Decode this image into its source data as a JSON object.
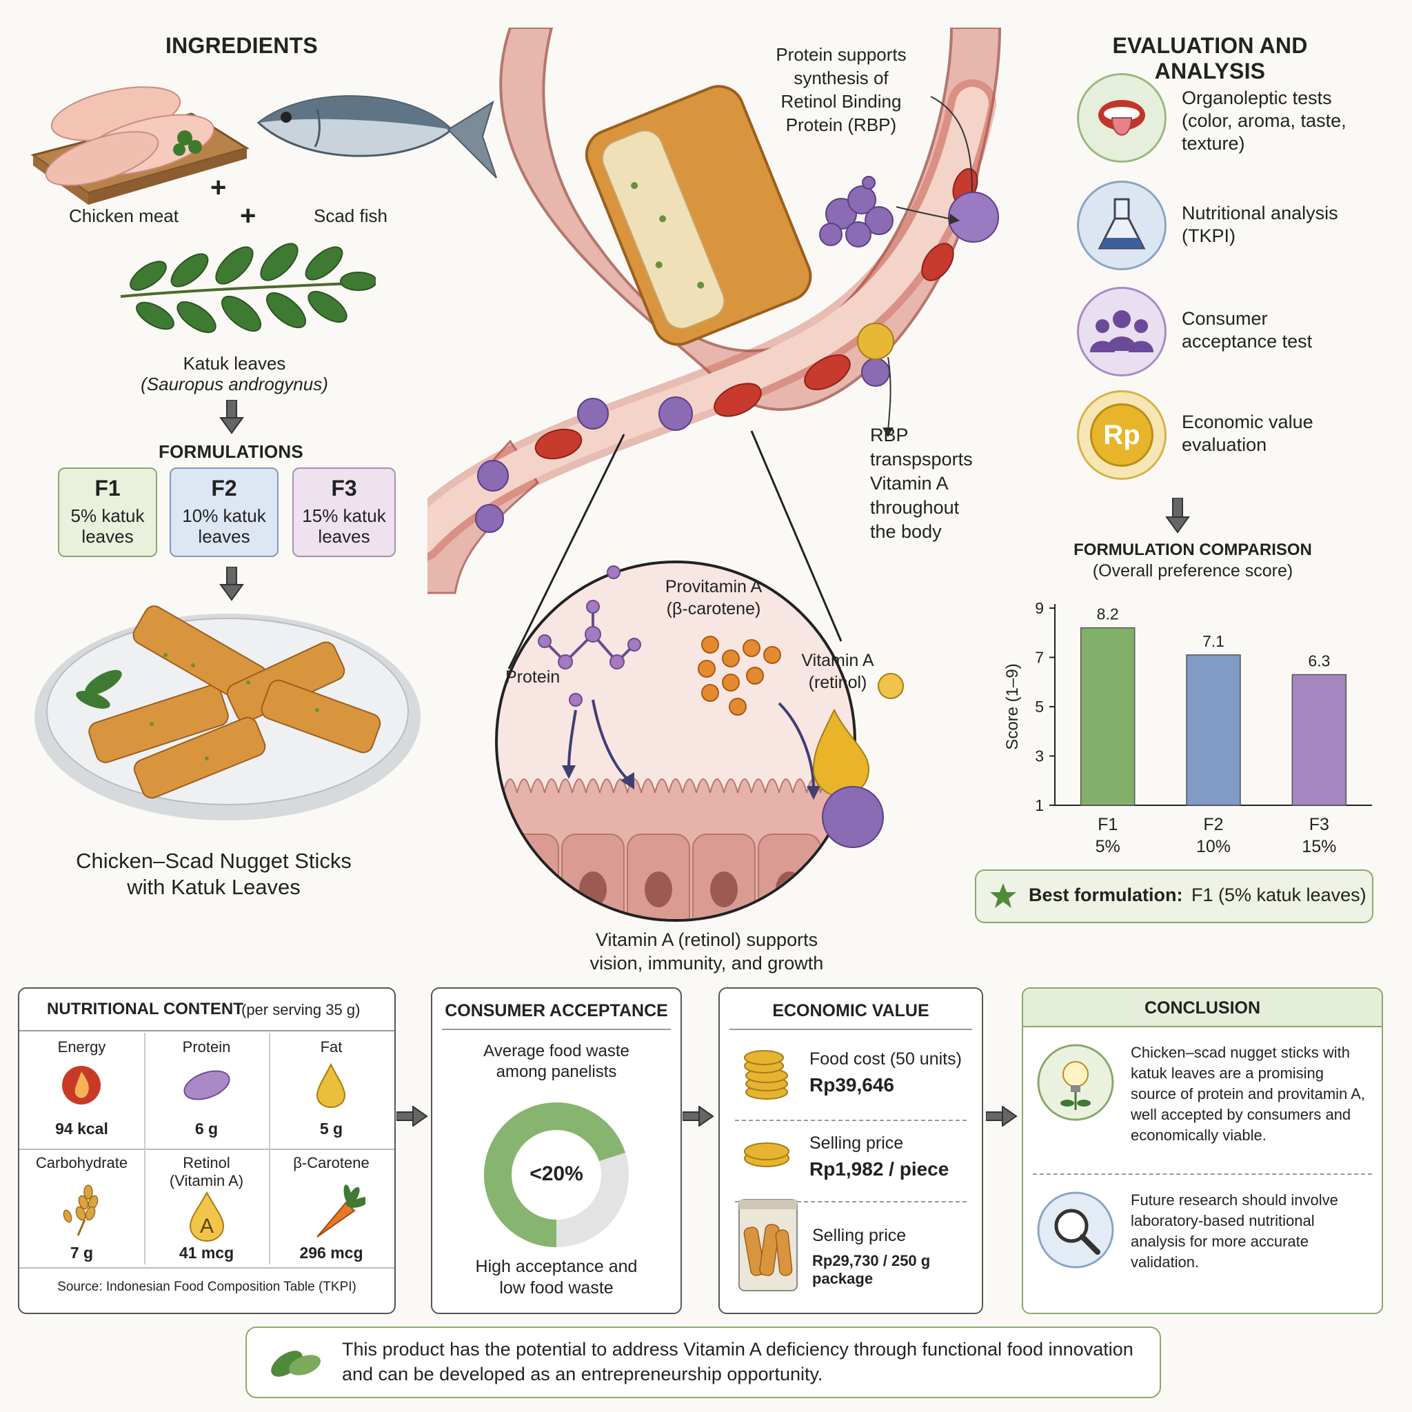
{
  "ingredients": {
    "title": "INGREDIENTS",
    "chicken": "Chicken meat",
    "fish": "Scad fish",
    "plus1": "+",
    "plus2": "+",
    "leaves": "Katuk leaves",
    "leaves_latin": "(Sauropus androgynus)"
  },
  "formulations": {
    "title": "FORMULATIONS",
    "items": [
      {
        "name": "F1",
        "line1": "5% katuk",
        "line2": "leaves",
        "color": "#e9f1dc",
        "border": "#8aa86a"
      },
      {
        "name": "F2",
        "line1": "10% katuk",
        "line2": "leaves",
        "color": "#dde6f3",
        "border": "#7f98c0"
      },
      {
        "name": "F3",
        "line1": "15% katuk",
        "line2": "leaves",
        "color": "#efe2ef",
        "border": "#b08ab4"
      }
    ]
  },
  "product": {
    "line1": "Chicken–Scad Nugget Sticks",
    "line2": "with Katuk Leaves"
  },
  "body_diagram": {
    "rbp_synthesis": [
      "Protein supports",
      "synthesis of",
      "Retinol Binding",
      "Protein (RBP)"
    ],
    "rbp_transport": [
      "RBP transpsports",
      "Vitamin A",
      "throughout",
      "the body"
    ],
    "protein": "Protein",
    "provitamin": [
      "Provitamin A",
      "(β-carotene)"
    ],
    "vitamin_a": [
      "Vitamin A",
      "(retinol)"
    ],
    "caption": [
      "Vitamin A (retinol) supports",
      "vision, immunity, and growth"
    ]
  },
  "evaluation": {
    "title": "EVALUATION AND ANALYSIS",
    "items": [
      {
        "icon": "mouth-icon",
        "lines": [
          "Organoleptic tests",
          "(color, aroma, taste,",
          "texture)"
        ]
      },
      {
        "icon": "flask-icon",
        "lines": [
          "Nutritional analysis",
          "(TKPI)"
        ]
      },
      {
        "icon": "people-icon",
        "lines": [
          "Consumer",
          "acceptance test"
        ]
      },
      {
        "icon": "coin-icon",
        "coin_text": "Rp",
        "lines": [
          "Economic value",
          "evaluation"
        ]
      }
    ]
  },
  "chart_data": {
    "type": "bar",
    "title": "FORMULATION COMPARISON",
    "subtitle": "(Overall preference score)",
    "ylabel": "Score (1–9)",
    "categories": [
      "F1",
      "F2",
      "F3"
    ],
    "category_sublabels": [
      "5%",
      "10%",
      "15%"
    ],
    "values": [
      8.2,
      7.1,
      6.3
    ],
    "value_labels": [
      "8.2",
      "7.1",
      "6.3"
    ],
    "ylim": [
      1,
      9
    ],
    "yticks": [
      "1",
      "3",
      "5",
      "7",
      "9"
    ],
    "colors": [
      "#82b06a",
      "#7f9bc6",
      "#a586c0"
    ],
    "grid": false
  },
  "best": {
    "bold": "Best formulation:",
    "rest": "F1 (5% katuk leaves)"
  },
  "nutrition": {
    "title": "NUTRITIONAL CONTENT",
    "subtitle": "(per serving 35 g)",
    "items": [
      {
        "label": "Energy",
        "value": "94 kcal",
        "icon": "flame-icon"
      },
      {
        "label": "Protein",
        "value": "6 g",
        "icon": "protein-icon"
      },
      {
        "label": "Fat",
        "value": "5 g",
        "icon": "oil-drop-icon"
      },
      {
        "label": "Carbohydrate",
        "value": "7 g",
        "icon": "wheat-icon"
      },
      {
        "label": "Retinol\n(Vitamin A)",
        "label1": "Retinol",
        "label2": "(Vitamin A)",
        "value": "41 mcg",
        "icon": "vitamin-a-icon",
        "icon_text": "A"
      },
      {
        "label": "β-Carotene",
        "value": "296 mcg",
        "icon": "carrot-icon"
      }
    ],
    "source": "Source: Indonesian Food Composition Table (TKPI)"
  },
  "consumer": {
    "title": "CONSUMER ACCEPTANCE",
    "top1": "Average food waste",
    "top2": "among panelists",
    "donut_label": "<20%",
    "bottom1": "High acceptance and",
    "bottom2": "low food waste"
  },
  "economic": {
    "title": "ECONOMIC VALUE",
    "items": [
      {
        "label": "Food cost (50 units)",
        "value": "Rp39,646"
      },
      {
        "label": "Selling price",
        "value": "Rp1,982 / piece"
      },
      {
        "label": "Selling price",
        "value": "Rp29,730 / 250 g package"
      }
    ]
  },
  "conclusion": {
    "title": "CONCLUSION",
    "p1": [
      "Chicken–scad nugget sticks with",
      "katuk leaves are a promising",
      "source of protein and provitamin A,",
      "well accepted by consumers and",
      "economically viable."
    ],
    "p2": [
      "Future research should involve",
      "laboratory-based nutritional",
      "analysis for more accurate",
      "validation."
    ]
  },
  "footer": {
    "line1": "This product has the potential to address Vitamin A deficiency through functional food innovation",
    "line2": "and can be developed as an entrepreneurship opportunity."
  }
}
